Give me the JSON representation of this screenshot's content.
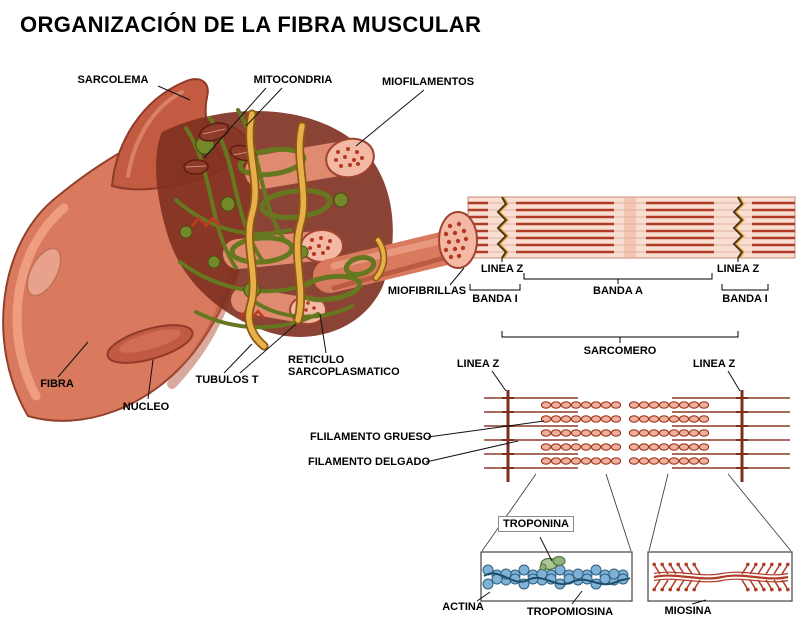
{
  "title": "ORGANIZACIÓN DE LA FIBRA MUSCULAR",
  "labels": {
    "sarcolema": "SARCOLEMA",
    "mitocondria": "MITOCONDRIA",
    "miofilamentos": "MIOFILAMENTOS",
    "miofibrillas": "MIOFIBRILLAS",
    "fibra": "FIBRA",
    "nucleo": "NUCLEO",
    "tubulos_t": "TUBULOS T",
    "reticulo_sarcoplasmatico": "RETICULO SARCOPLASMATICO",
    "linea_z_banda_left": "LINEA Z",
    "linea_z_banda_right": "LINEA Z",
    "banda_i_left": "BANDA I",
    "banda_a": "BANDA A",
    "banda_i_right": "BANDA I",
    "sarcomero": "SARCOMERO",
    "linea_z_sarcomere_left": "LINEA Z",
    "linea_z_sarcomere_right": "LINEA Z",
    "filamento_grueso": "FLILAMENTO GRUESO",
    "filamento_delgado": "FILAMENTO DELGADO",
    "troponina": "TROPONINA",
    "actina": "ACTINA",
    "tropomiosina": "TROPOMIOSINA",
    "miosina": "MIOSINA"
  },
  "colors": {
    "background": "#ffffff",
    "text": "#000000",
    "fiber_salmon": "#d97a5f",
    "fiber_outline": "#8e3b2a",
    "reticulum_green": "#66781f",
    "tubule_orange": "#e8b04a",
    "myofibril_cap_pink": "#f4b9a4",
    "band_red": "#b03c28",
    "band_background": "#f9ded2",
    "z_line_gold": "#d9a02c",
    "actin_blue": "#7fb2d6",
    "troponin_green": "#a9c694",
    "myosin_red": "#b03c28"
  }
}
